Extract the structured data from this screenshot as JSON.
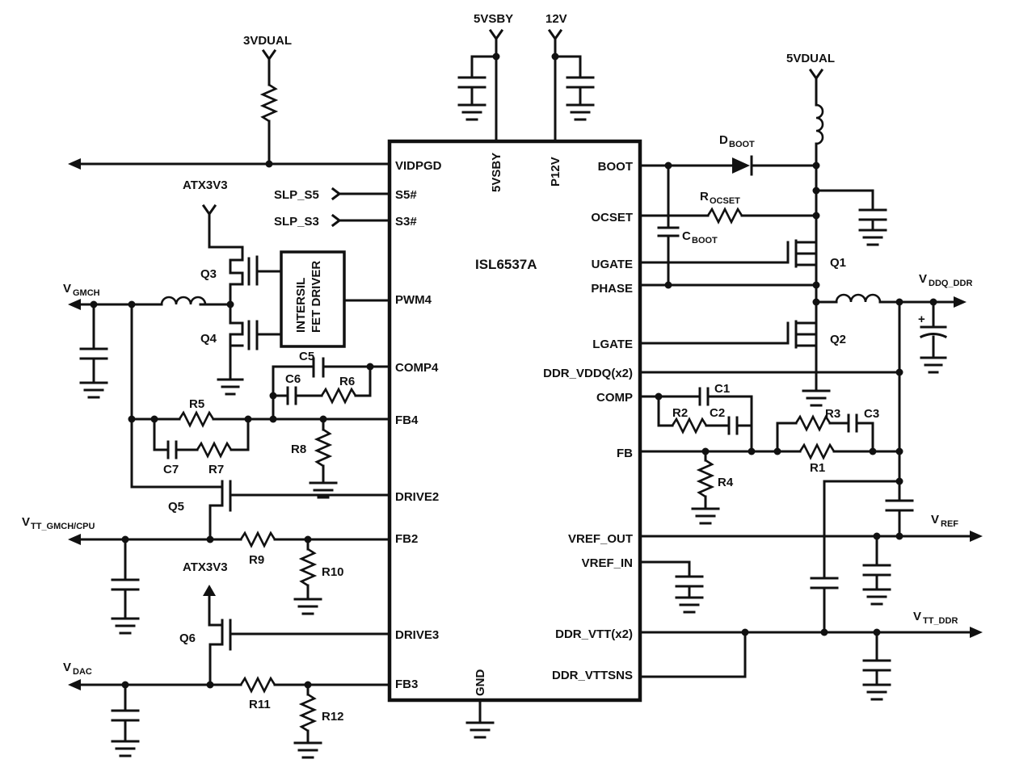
{
  "chip": {
    "name": "ISL6537A",
    "left_pins": [
      "VIDPGD",
      "S5#",
      "S3#",
      "PWM4",
      "COMP4",
      "FB4",
      "DRIVE2",
      "FB2",
      "DRIVE3",
      "FB3"
    ],
    "right_pins": [
      "BOOT",
      "OCSET",
      "UGATE",
      "PHASE",
      "LGATE",
      "DDR_VDDQ(x2)",
      "COMP",
      "FB",
      "VREF_OUT",
      "VREF_IN",
      "DDR_VTT(x2)",
      "DDR_VTTSNS"
    ],
    "top_pins": [
      "5VSBY",
      "P12V"
    ],
    "bottom_pins": [
      "GND"
    ]
  },
  "fet_driver": {
    "line1": "INTERSIL",
    "line2": "FET DRIVER"
  },
  "rails": {
    "r_3vdual": "3VDUAL",
    "r_5vsby": "5VSBY",
    "r_12v": "12V",
    "r_5vdual": "5VDUAL",
    "r_atx3v3_top": "ATX3V3",
    "r_atx3v3_bot": "ATX3V3",
    "slp_s5": "SLP_S5",
    "slp_s3": "SLP_S3"
  },
  "outputs": {
    "vgmch": {
      "main": "V",
      "sub": "GMCH"
    },
    "vtt_gmch": {
      "main": "V",
      "sub": "TT_GMCH/CPU"
    },
    "vdac": {
      "main": "V",
      "sub": "DAC"
    },
    "vddq": {
      "main": "V",
      "sub": "DDQ_DDR"
    },
    "vref": {
      "main": "V",
      "sub": "REF"
    },
    "vtt_ddr": {
      "main": "V",
      "sub": "TT_DDR"
    }
  },
  "components": {
    "dboot": {
      "main": "D",
      "sub": "BOOT"
    },
    "rocset": {
      "main": "R",
      "sub": "OCSET"
    },
    "cboot": {
      "main": "C",
      "sub": "BOOT"
    },
    "q1": "Q1",
    "q2": "Q2",
    "q3": "Q3",
    "q4": "Q4",
    "q5": "Q5",
    "q6": "Q6",
    "c1": "C1",
    "c2": "C2",
    "c3": "C3",
    "c5": "C5",
    "c6": "C6",
    "c7": "C7",
    "r1": "R1",
    "r2": "R2",
    "r3": "R3",
    "r4": "R4",
    "r5": "R5",
    "r6": "R6",
    "r7": "R7",
    "r8": "R8",
    "r9": "R9",
    "r10": "R10",
    "r11": "R11",
    "r12": "R12"
  }
}
